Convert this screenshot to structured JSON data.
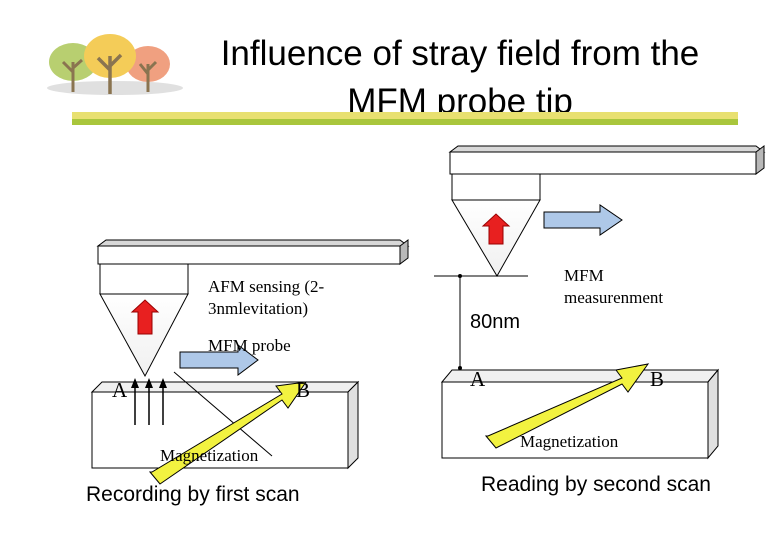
{
  "title": "Influence of stray field from the MFM probe tip",
  "left_panel": {
    "afm_sensing": "AFM sensing (2-3nmlevitation)",
    "mfm_probe": "MFM probe",
    "label_a": "A",
    "label_b": "B",
    "magnetization": "Magnetization",
    "caption": "Recording by first scan"
  },
  "right_panel": {
    "distance": "80nm",
    "mfm_measurement": "MFM measurenment",
    "label_a": "A",
    "label_b": "B",
    "magnetization": "Magnetization",
    "caption": "Reading by second scan"
  },
  "colors": {
    "underline_green": "#a9c63c",
    "underline_yellow": "#e8e070",
    "tip_arrow": "#e82020",
    "magnet_arrow": "#f2f240",
    "scan_arrow": "#aec8e8"
  },
  "logo": {
    "icon": "tree-logo-icon"
  }
}
